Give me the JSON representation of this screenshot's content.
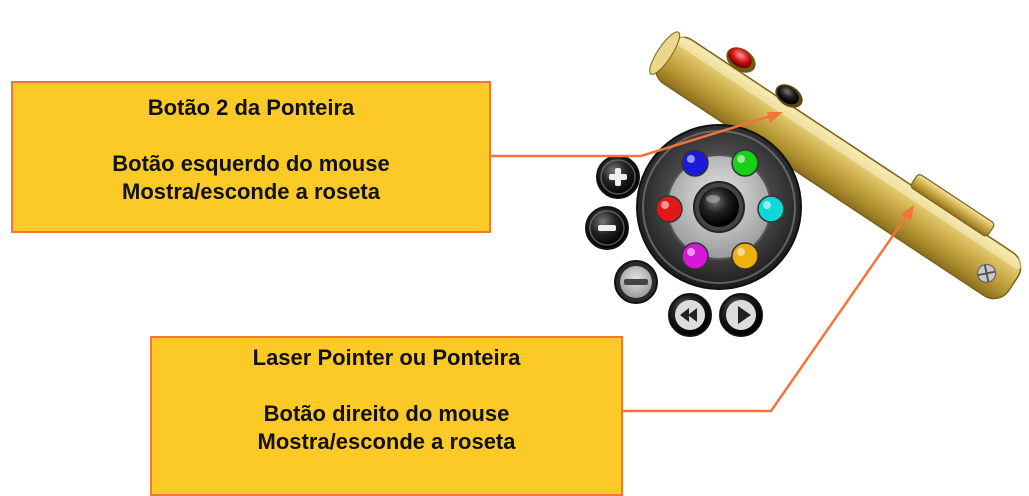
{
  "callouts": {
    "button2": {
      "title": "Botão 2 da Ponteira",
      "line1": "Botão esquerdo do mouse",
      "line2": "Mostra/esconde a roseta"
    },
    "pointer": {
      "title": "Laser Pointer ou Ponteira",
      "line1": "Botão direito do mouse",
      "line2": "Mostra/esconde a roseta"
    }
  },
  "colors": {
    "callout_fill": "#fcca26",
    "callout_border": "#f4743a",
    "leader_line": "#f4743a",
    "pen_gold": "#c8a542",
    "rosette_dark": "#333333",
    "dots": [
      "#1a1ad8",
      "#18d018",
      "#e01818",
      "#10d8d8",
      "#d818d8",
      "#f0b010"
    ]
  },
  "icons": [
    "zoom-in-icon",
    "zoom-out-icon",
    "minus-icon",
    "rewind-icon",
    "forward-icon",
    "center-button-icon",
    "laser-pointer-icon"
  ]
}
